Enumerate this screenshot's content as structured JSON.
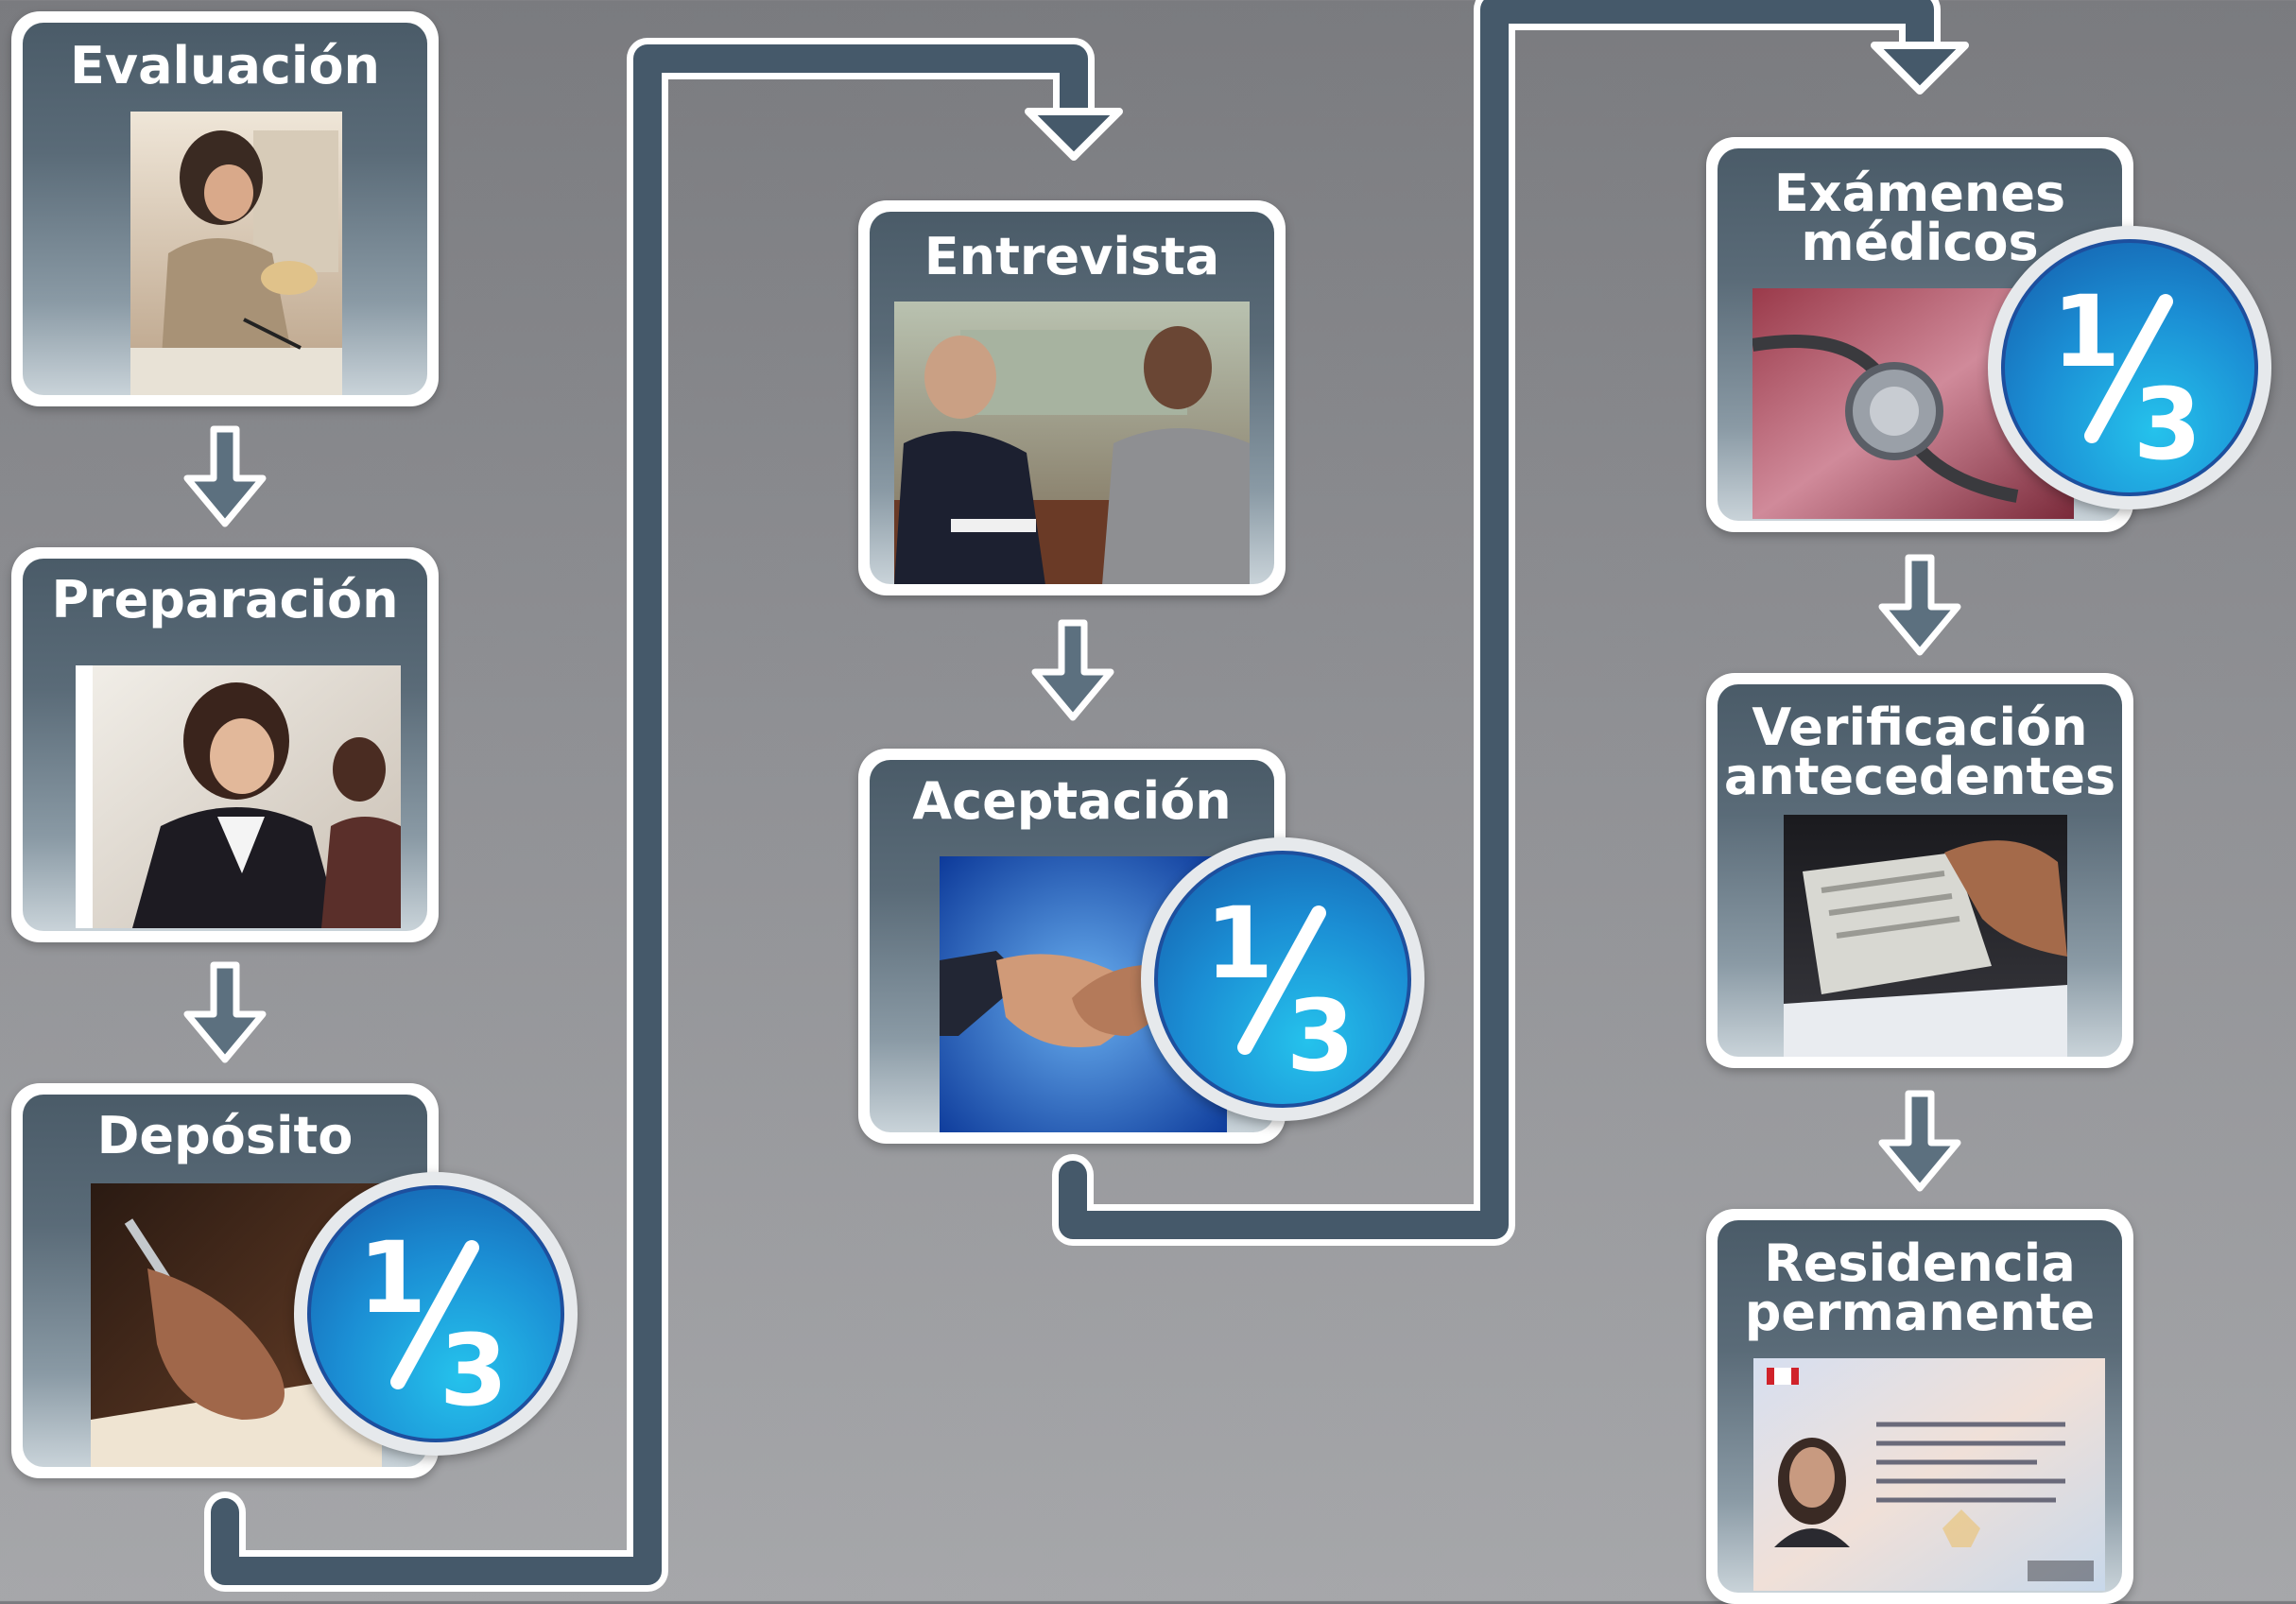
{
  "steps": [
    {
      "title": "Evaluación"
    },
    {
      "title": "Preparación"
    },
    {
      "title": "Depósito",
      "badge": {
        "numerator": "1",
        "denominator": "3"
      }
    },
    {
      "title": "Entrevista"
    },
    {
      "title": "Aceptación",
      "badge": {
        "numerator": "1",
        "denominator": "3"
      }
    },
    {
      "title": "Exámenes\nmédicos",
      "badge": {
        "numerator": "1",
        "denominator": "3"
      }
    },
    {
      "title": "Verificación\nantecedentes"
    },
    {
      "title": "Residencia\npermanente"
    }
  ],
  "colors": {
    "connector": "#45596a",
    "arrow": "#5c707f",
    "badge_blue": "#1b8ed4"
  }
}
